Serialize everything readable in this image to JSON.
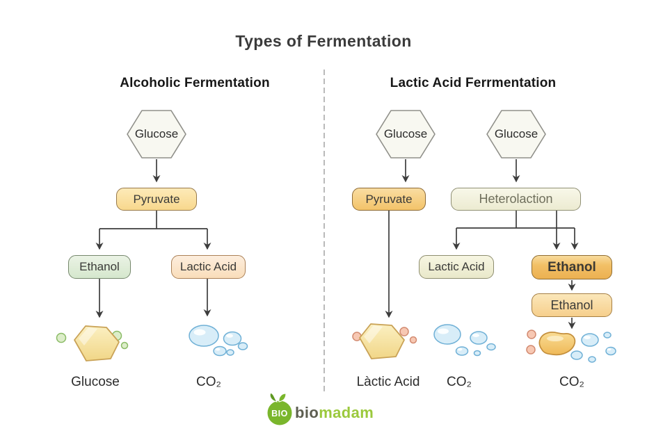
{
  "title": "Types of Fermentation",
  "left": {
    "heading": "Alcoholic Fermentation",
    "nodes": {
      "glucose": "Glucose",
      "pyruvate": "Pyruvate",
      "ethanol": "Ethanol",
      "lactic_acid": "Lactic Acid"
    },
    "products": {
      "glucose": "Glucose",
      "co2": "CO₂"
    }
  },
  "right": {
    "heading": "Lactic Acid Ferrmentation",
    "nodes": {
      "glucose1": "Glucose",
      "glucose2": "Glucose",
      "pyruvate": "Pyruvate",
      "heterolaction": "Heterolaction",
      "lactic_acid": "Lactic Acid",
      "ethanol1": "Ethanol",
      "ethanol2": "Ethanol"
    },
    "products": {
      "lactic_acid": "Làctic Acid",
      "co2_mid": "CO₂",
      "co2_right": "CO₂"
    }
  },
  "logo": {
    "badge": "BIO",
    "brand_bio": "bio",
    "brand_madam": "madam"
  },
  "colors": {
    "arrow": "#3d3d3d",
    "amber_box": "#f3c369",
    "gold_box": "#ecb051",
    "green_box": "#d5e7cd",
    "peach_box": "#f9ddba",
    "pale_yellow_box": "#ecebd1",
    "bubble_blue": "#d8edf8",
    "molecule_yellow": "#f1d687",
    "logo_green": "#7ab62c",
    "brand_green": "#9bc93d"
  }
}
